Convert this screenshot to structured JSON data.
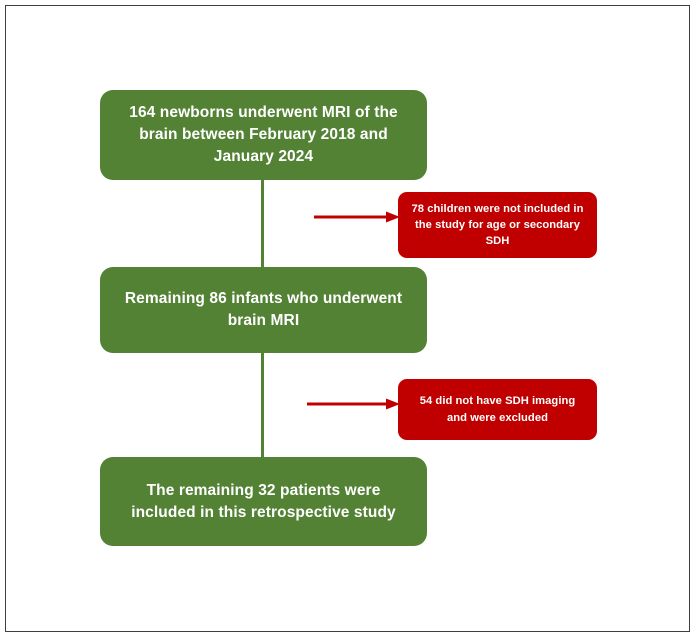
{
  "figure": {
    "type": "flowchart",
    "orientation": "vertical",
    "border_color": "#3f3f3f",
    "background": "#ffffff"
  },
  "colors": {
    "included_box": "#538235",
    "excluded_box": "#C00000",
    "connector": "#538235",
    "arrow": "#C00000",
    "text": "#ffffff"
  },
  "flow": {
    "nodes": [
      {
        "id": "enrolled",
        "kind": "included",
        "text": "164 newborns underwent MRI of the brain between February 2018 and January 2024",
        "count": 164
      },
      {
        "id": "remaining-86",
        "kind": "included",
        "text": "Remaining 86 infants who underwent brain MRI",
        "count": 86
      },
      {
        "id": "final-32",
        "kind": "included",
        "text": "The remaining 32 patients were included in this retrospective study",
        "count": 32
      }
    ],
    "exclusions": [
      {
        "id": "excluded-78",
        "kind": "excluded",
        "text": "78 children were not included in the study for age or secondary SDH",
        "count": 78,
        "arrow": "right-arrow-icon"
      },
      {
        "id": "excluded-54",
        "kind": "excluded",
        "text": "54 did not have SDH imaging and were excluded",
        "count": 54,
        "arrow": "right-arrow-icon"
      }
    ]
  }
}
